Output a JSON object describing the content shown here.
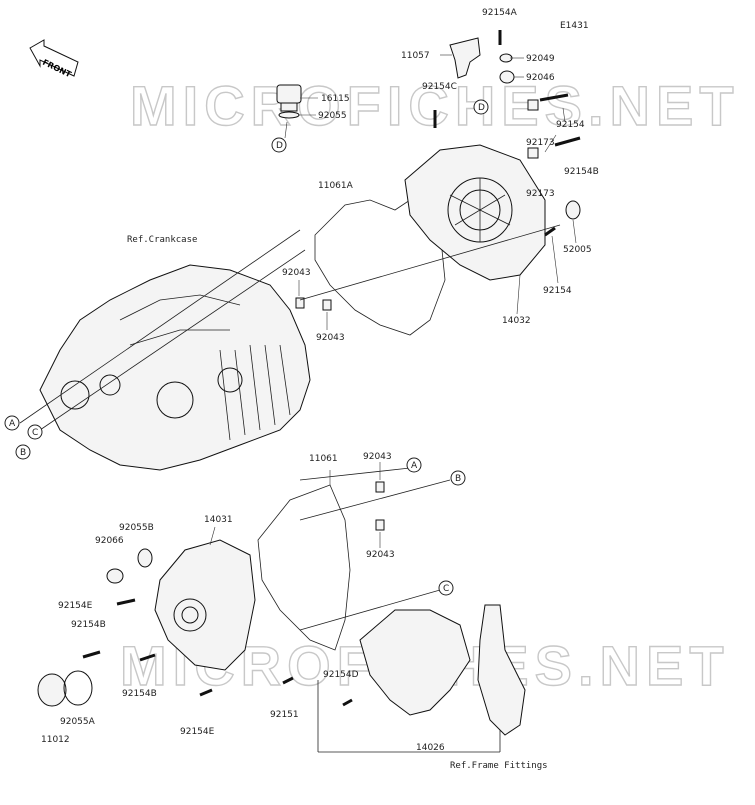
{
  "diagram_code": "E1431",
  "watermark": "MICROFICHES.NET",
  "front_label": "FRONT",
  "ref_labels": {
    "crankcase": "Ref.Crankcase",
    "frame_fittings": "Ref.Frame Fittings"
  },
  "callouts": {
    "A": "A",
    "B": "B",
    "C": "C",
    "D": "D"
  },
  "part_numbers": [
    "92154A",
    "11057",
    "92049",
    "92046",
    "16115",
    "92055",
    "92154C",
    "92154",
    "92173",
    "92173",
    "92154B",
    "11061A",
    "52005",
    "92043",
    "92154",
    "92043",
    "14032",
    "11061",
    "92043",
    "92043",
    "14031",
    "92055B",
    "92066",
    "92154E",
    "92154B",
    "92154B",
    "92154D",
    "92151",
    "92154E",
    "11012",
    "92055A",
    "14026"
  ]
}
